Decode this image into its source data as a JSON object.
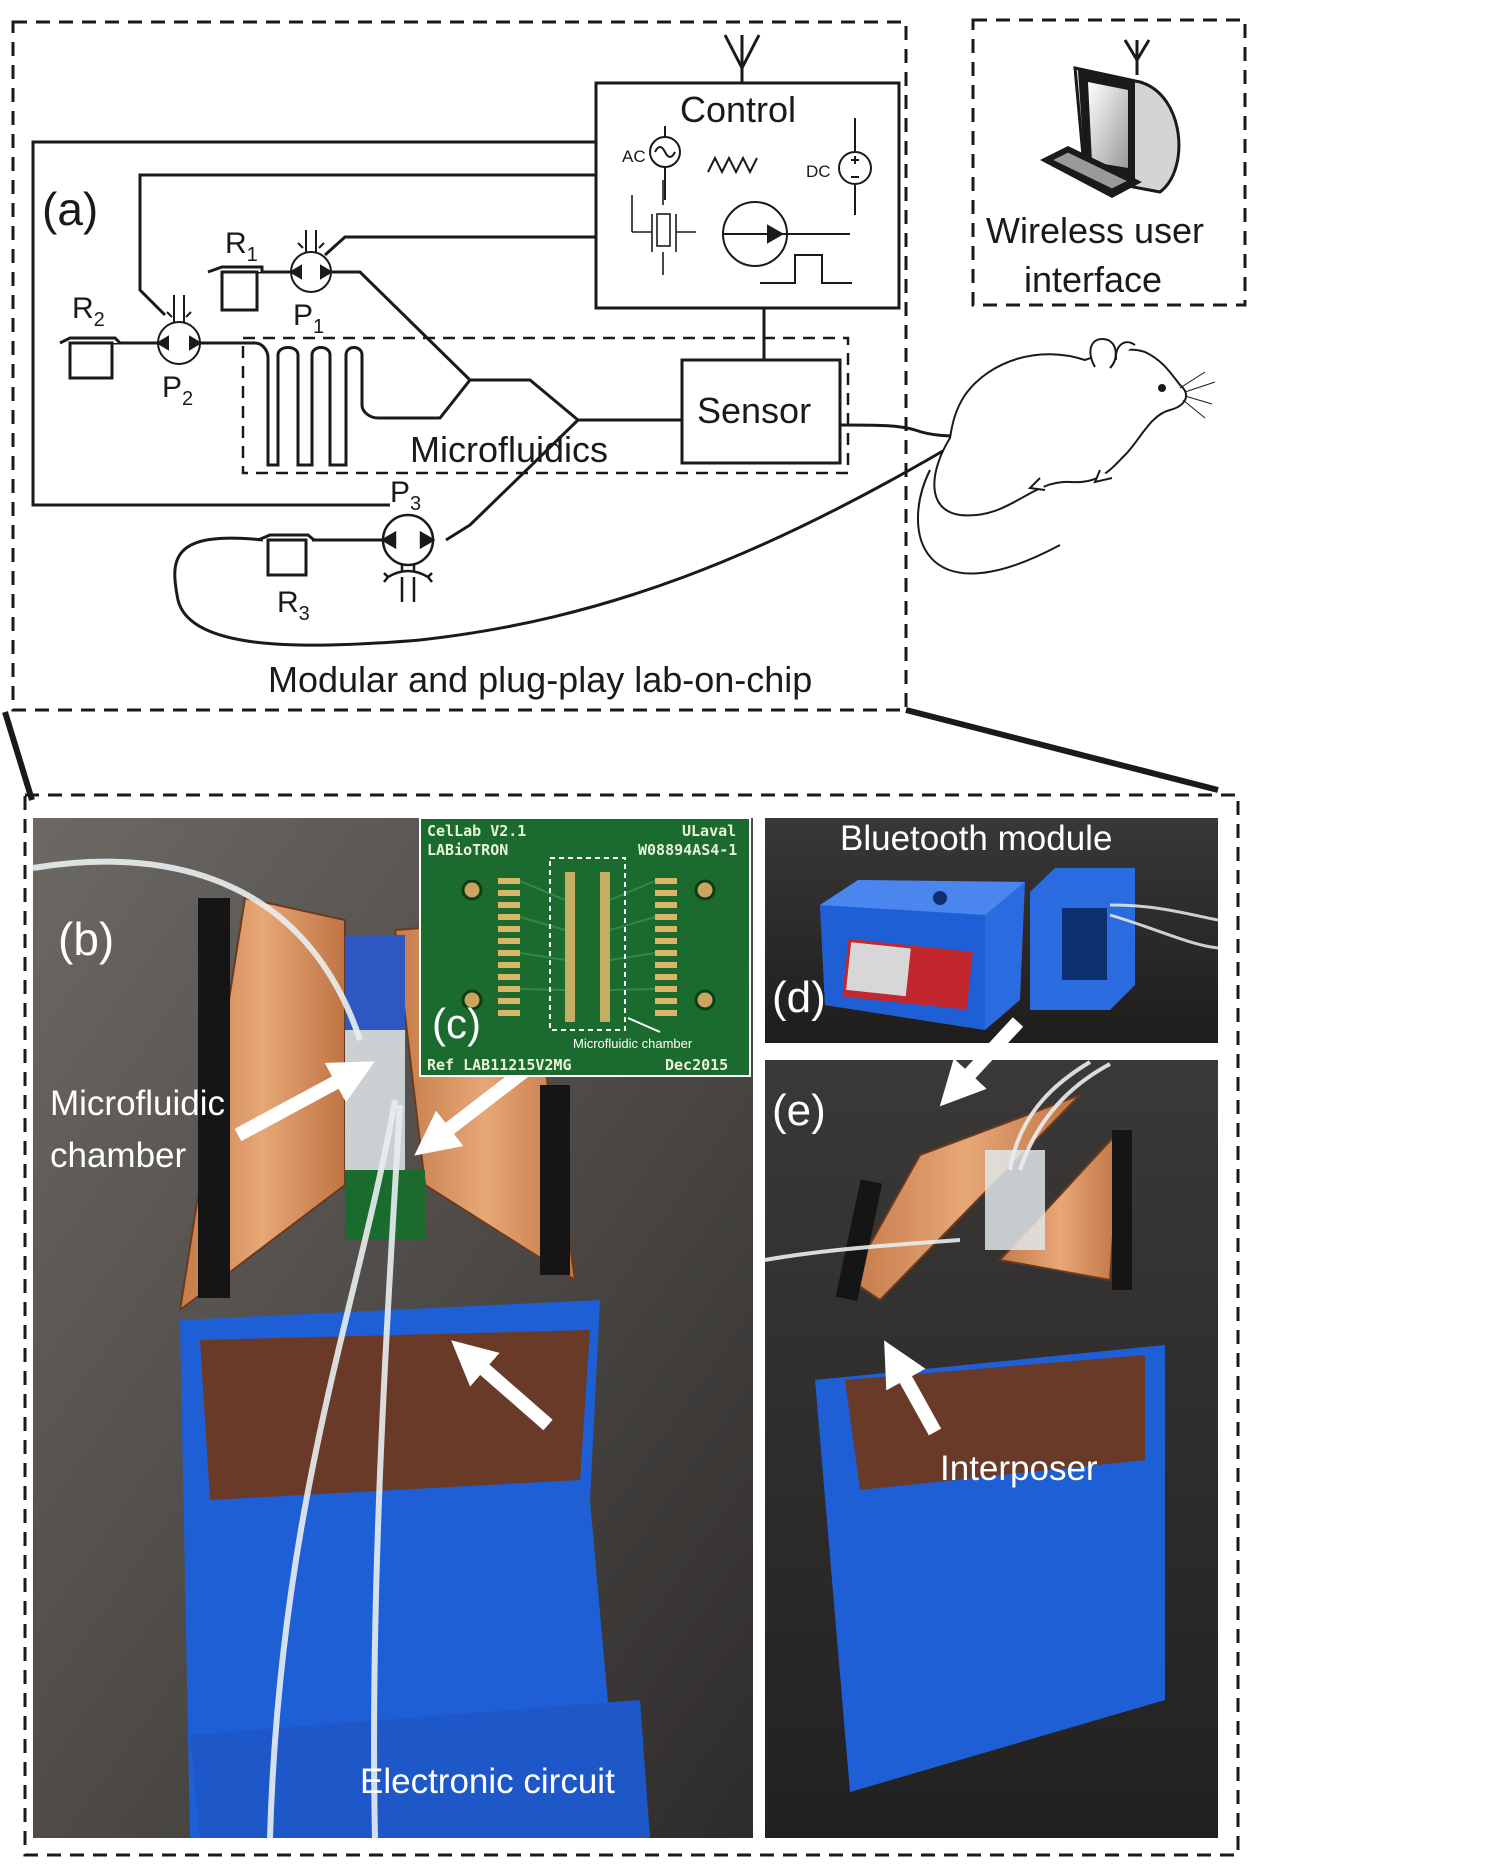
{
  "schematic": {
    "panel_label": "(a)",
    "control_label": "Control",
    "ac_label": "AC",
    "dc_label": "DC",
    "sensor_label": "Sensor",
    "microfluidics_label": "Microfluidics",
    "lab_on_chip_label": "Modular and plug-play lab-on-chip",
    "wireless_label_line1": "Wireless user",
    "wireless_label_line2": "interface",
    "reservoirs": [
      {
        "letter": "R",
        "sub": "1"
      },
      {
        "letter": "R",
        "sub": "2"
      },
      {
        "letter": "R",
        "sub": "3"
      }
    ],
    "pumps": [
      {
        "letter": "P",
        "sub": "1"
      },
      {
        "letter": "P",
        "sub": "2"
      },
      {
        "letter": "P",
        "sub": "3"
      }
    ]
  },
  "photos": {
    "b": {
      "panel_label": "(b)",
      "microfluidic_line1": "Microfluidic",
      "microfluidic_line2": "chamber",
      "electronic_label": "Electronic circuit"
    },
    "c": {
      "panel_label": "(c)",
      "pcb_line1_left": "CelLab V2.1",
      "pcb_line1_right": "ULaval",
      "pcb_line2_left": "LABioTRON",
      "pcb_line2_right": "W08894AS4-1",
      "pcb_bottom_left": "Ref LAB11215V2MG",
      "pcb_bottom_right": "Dec2015",
      "chamber_label": "Microfluidic chamber"
    },
    "d": {
      "panel_label": "(d)",
      "bluetooth_label": "Bluetooth module"
    },
    "e": {
      "panel_label": "(e)",
      "interposer_label": "Interposer"
    }
  },
  "colors": {
    "line": "#1a1a1a",
    "blue_plastic": "#1f5fd6",
    "pcb_green": "#1b6b2e",
    "copper": "#d9935f",
    "arrow": "#ffffff"
  }
}
